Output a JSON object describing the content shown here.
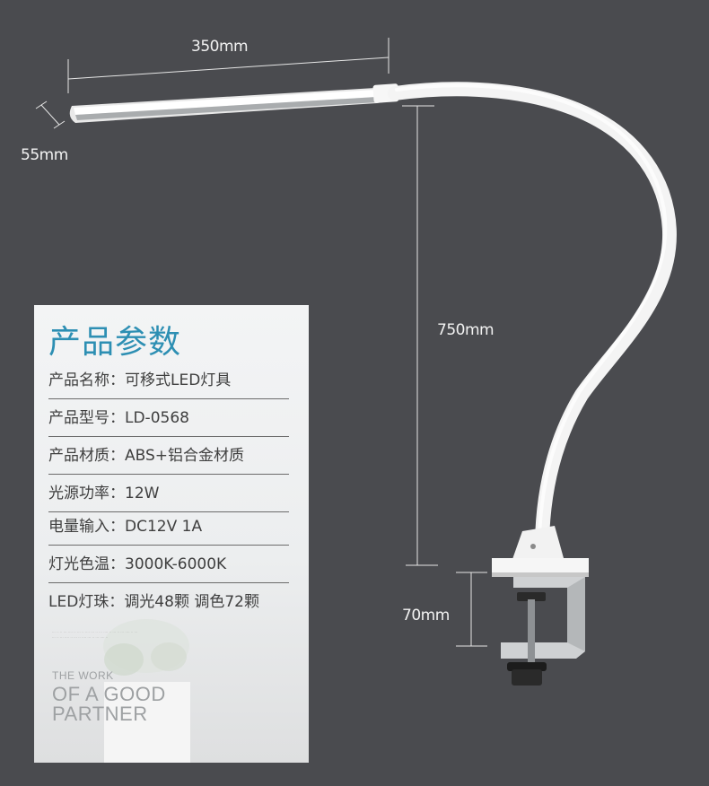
{
  "dimensions": {
    "width_label": "350mm",
    "head_label": "55mm",
    "height_label": "750mm",
    "clamp_label": "70mm"
  },
  "card": {
    "title": "产品参数",
    "specs": [
      {
        "label": "产品名称：",
        "value": "可移式LED灯具"
      },
      {
        "label": "产品型号：",
        "value": "LD-0568"
      },
      {
        "label": "产品材质：",
        "value": "ABS+铝合金材质"
      },
      {
        "label": "光源功率：",
        "value": "12W"
      },
      {
        "label": "电量输入：",
        "value": "DC12V 1A"
      },
      {
        "label": "灯光色温：",
        "value": "3000K-6000K"
      },
      {
        "label": "LED灯珠：",
        "value": "调光48颗  调色72颗"
      }
    ],
    "slogan": {
      "line1": "THE WORK",
      "line2": "OF A GOOD",
      "line3": "PARTNER"
    }
  },
  "colors": {
    "background": "#4a4b4f",
    "title_accent": "#2d8fb3",
    "lamp_white": "#f4f4f4"
  }
}
